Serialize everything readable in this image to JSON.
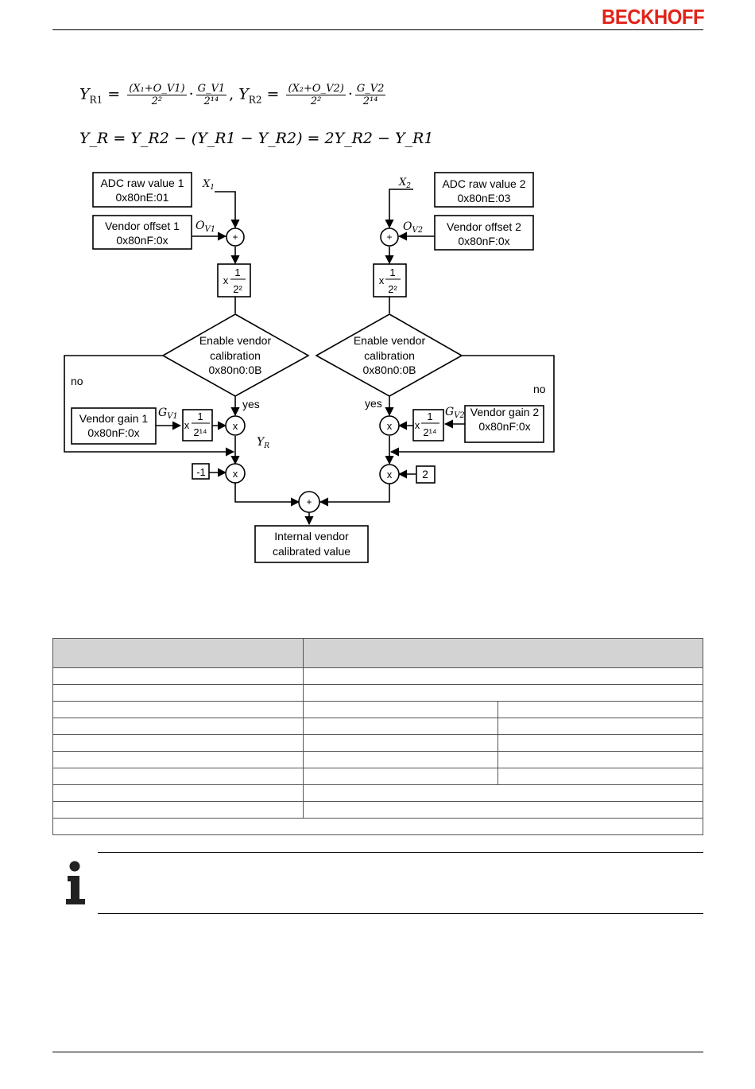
{
  "header": {
    "brand": "BECKHOFF"
  },
  "formulas": {
    "line1": {
      "yr1": "Y",
      "yr1_sub": "R1",
      "frac1_num": "(X₁+O_V1)",
      "frac1_den": "2²",
      "frac2_num": "G_V1",
      "frac2_den": "2¹⁴",
      "yr2": "Y",
      "yr2_sub": "R2",
      "frac3_num": "(X₂+O_V2)",
      "frac3_den": "2²",
      "frac4_num": "G_V2",
      "frac4_den": "2¹⁴"
    },
    "line2": "Y_R = Y_R2 − (Y_R1 − Y_R2) = 2Y_R2 − Y_R1"
  },
  "diagram": {
    "adc1": [
      "ADC raw value 1",
      "0x80nE:01"
    ],
    "adc2": [
      "ADC raw value 2",
      "0x80nE:03"
    ],
    "offset1": [
      "Vendor offset 1",
      "0x80nF:0x"
    ],
    "offset2": [
      "Vendor offset 2",
      "0x80nF:0x"
    ],
    "enable1": [
      "Enable vendor",
      "calibration",
      "0x80n0:0B"
    ],
    "enable2": [
      "Enable vendor",
      "calibration",
      "0x80n0:0B"
    ],
    "gain1": [
      "Vendor gain 1",
      "0x80nF:0x"
    ],
    "gain2": [
      "Vendor gain 2",
      "0x80nF:0x"
    ],
    "output": [
      "Internal vendor",
      "calibrated value"
    ],
    "label_yes": "yes",
    "label_no": "no",
    "x1": "X",
    "x1_sub": "1",
    "x2": "X",
    "x2_sub": "2",
    "ov1": "O",
    "ov1_sub": "V1",
    "ov2": "O",
    "ov2_sub": "V2",
    "gv1": "G",
    "gv1_sub": "V1",
    "gv2": "G",
    "gv2_sub": "V2",
    "yr": "Y",
    "yr_sub": "R",
    "const_minus1": "-1",
    "const_2": "2",
    "plus": "+",
    "times": "x",
    "scale_x": "x",
    "one": "1",
    "two_sq": "2²",
    "two_14": "2¹⁴"
  }
}
